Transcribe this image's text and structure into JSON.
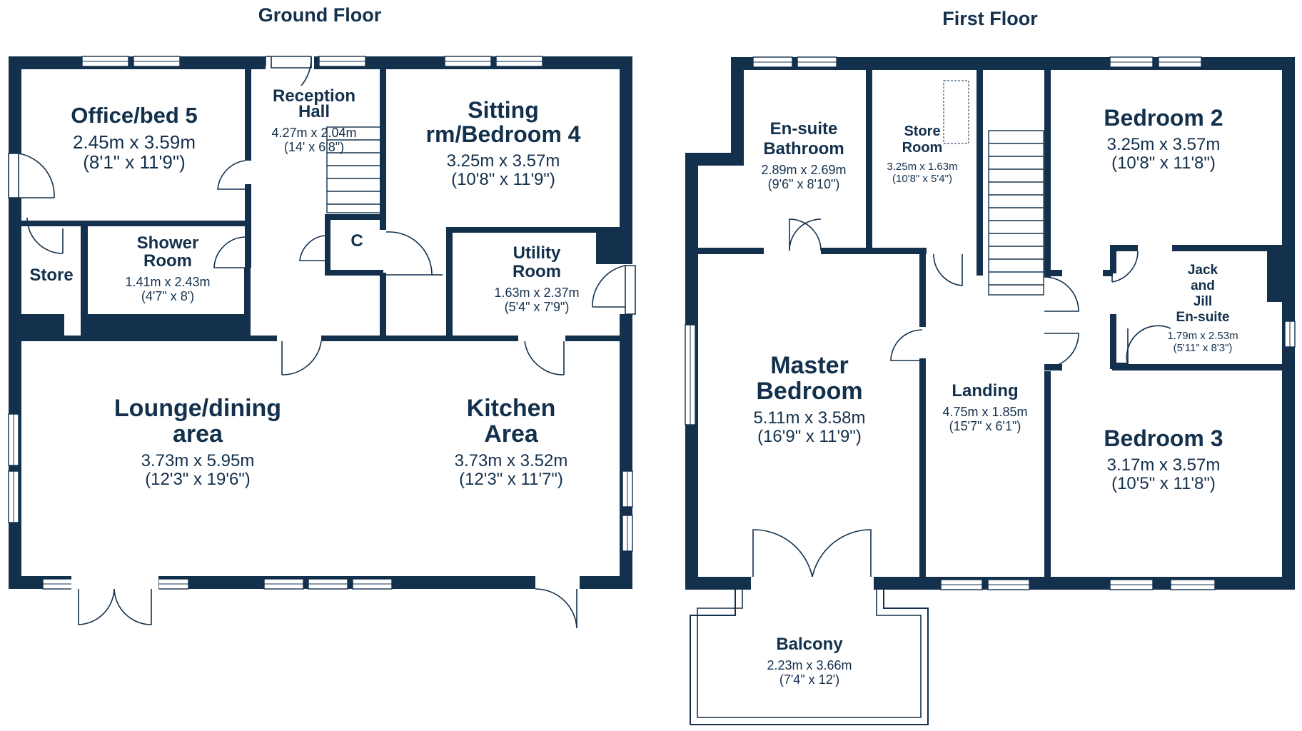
{
  "floors": {
    "ground": {
      "title": "Ground Floor",
      "rooms": {
        "office": {
          "name_lines": [
            "Office/bed 5"
          ],
          "metric": "2.45m x 3.59m",
          "imperial": "(8'1\" x 11'9\")"
        },
        "reception": {
          "name_lines": [
            "Reception",
            "Hall"
          ],
          "metric": "4.27m x 2.04m",
          "imperial": "(14' x 6'8\")"
        },
        "sitting": {
          "name_lines": [
            "Sitting",
            "rm/Bedroom 4"
          ],
          "metric": "3.25m x 3.57m",
          "imperial": "(10'8\" x 11'9\")"
        },
        "store": {
          "name_lines": [
            "Store"
          ]
        },
        "shower": {
          "name_lines": [
            "Shower",
            "Room"
          ],
          "metric": "1.41m x 2.43m",
          "imperial": "(4'7\" x 8')"
        },
        "cupboard": {
          "name_lines": [
            "C"
          ]
        },
        "utility": {
          "name_lines": [
            "Utility",
            "Room"
          ],
          "metric": "1.63m x 2.37m",
          "imperial": "(5'4\" x 7'9\")"
        },
        "lounge": {
          "name_lines": [
            "Lounge/dining",
            "area"
          ],
          "metric": "3.73m x 5.95m",
          "imperial": "(12'3\" x 19'6\")"
        },
        "kitchen": {
          "name_lines": [
            "Kitchen",
            "Area"
          ],
          "metric": "3.73m x 3.52m",
          "imperial": "(12'3\" x 11'7\")"
        }
      }
    },
    "first": {
      "title": "First Floor",
      "rooms": {
        "ensuite": {
          "name_lines": [
            "En-suite",
            "Bathroom"
          ],
          "metric": "2.89m x 2.69m",
          "imperial": "(9'6\" x 8'10\")"
        },
        "storeroom": {
          "name_lines": [
            "Store",
            "Room"
          ],
          "metric": "3.25m x 1.63m",
          "imperial": "(10'8\" x 5'4\")"
        },
        "bedroom2": {
          "name_lines": [
            "Bedroom 2"
          ],
          "metric": "3.25m x 3.57m",
          "imperial": "(10'8\" x 11'8\")"
        },
        "jackjill": {
          "name_lines": [
            "Jack",
            "and",
            "Jill",
            "En-suite"
          ],
          "metric": "1.79m x 2.53m",
          "imperial": "(5'11\" x 8'3\")"
        },
        "master": {
          "name_lines": [
            "Master",
            "Bedroom"
          ],
          "metric": "5.11m x 3.58m",
          "imperial": "(16'9\" x 11'9\")"
        },
        "landing": {
          "name_lines": [
            "Landing"
          ],
          "metric": "4.75m x 1.85m",
          "imperial": "(15'7\" x 6'1\")"
        },
        "bedroom3": {
          "name_lines": [
            "Bedroom 3"
          ],
          "metric": "3.17m x 3.57m",
          "imperial": "(10'5\" x 11'8\")"
        },
        "balcony": {
          "name_lines": [
            "Balcony"
          ],
          "metric": "2.23m x 3.66m",
          "imperial": "(7'4\" x 12')"
        }
      }
    }
  },
  "colors": {
    "wall": "#13304c",
    "background": "#ffffff"
  }
}
